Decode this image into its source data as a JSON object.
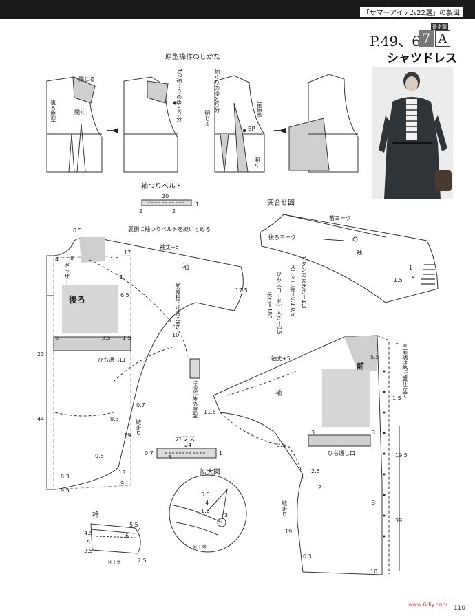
{
  "header": {
    "chapter": "「サマーアイテム22選」の製図",
    "page_ref": "P.49、64",
    "item_number": "7",
    "pattern_letter": "A",
    "base_badge": "基本型",
    "title": "シャツドレス"
  },
  "diagram_top": {
    "heading": "原型操作のしかた",
    "labels": {
      "close": "閉じる",
      "back_bodice": "後ろ原型",
      "open": "開く",
      "armhole_ease": "1/2袖ぐりのゆとり分",
      "armhole_ease2": "袖ぐりのゆとり分",
      "close2": "閉じる",
      "front_bodice": "前原型",
      "bp": "BP",
      "open2": "開く"
    }
  },
  "sleeve_belt": {
    "heading": "袖つりベルト",
    "w": "20",
    "a": "2",
    "b": "2",
    "c": "1"
  },
  "assembly": {
    "heading": "突合せ図",
    "front_yoke": "前ヨーク",
    "back_yoke": "後ろヨーク",
    "sleeve": "袖",
    "notes": [
      "ボタンの大きさ＝1.3",
      "ステッチ幅＝0.1 0.6",
      "ひも（コード）太さ＝0.5",
      "長さ＝180"
    ],
    "m1": "1",
    "m2": "2",
    "m3": "1.5"
  },
  "back_piece": {
    "note_belt": "裏側に袖つりベルトを縫いとめる",
    "sleeve_plus5": "袖丈+5",
    "sleeve": "袖",
    "gather": "ギャザー",
    "back": "後ろ",
    "diff": "前後袖下寸法の差",
    "cord_casing": "ひも通し口",
    "pattern_note": "は操作後の原型",
    "vent": "縫止り",
    "nums": {
      "a": "0.5",
      "b": "17",
      "c": "4",
      "d": "8",
      "e": "1.5",
      "f": "1",
      "g": "6.5",
      "h": "17.5",
      "i": "10",
      "j": "6",
      "k": "3.5",
      "l": "1.5",
      "m": "23",
      "n": "44",
      "o": "0.7",
      "p": "0.3",
      "q": "19",
      "r": "0.8",
      "s": "13",
      "t": "0.3",
      "u": "9.5",
      "v": "9"
    }
  },
  "cuffs": {
    "heading": "カフス",
    "w": "24",
    "a": "0.7",
    "b": "5",
    "c": "1"
  },
  "enlarged": {
    "heading": "拡大図",
    "n1": "5.5",
    "n2": "4",
    "n3": "1.5",
    "n4": "3",
    "mark": "×+※"
  },
  "collar": {
    "heading": "衿",
    "n1": "5.5",
    "n2": "4",
    "n3": "4.5",
    "n4": "6",
    "n5": "5",
    "n6": "2.5",
    "n7": "2.5",
    "mark": "×+※"
  },
  "front_piece": {
    "sleeve_plus5": "袖丈+5",
    "front": "前",
    "sleeve": "袖",
    "cord_casing": "ひも通し口",
    "vent": "縫止り",
    "note": "※前端は略比翼仕立て",
    "nums": {
      "a": "5.5",
      "b": "11.5",
      "c": "3",
      "d": "1.5",
      "e": "9.5",
      "f": "3",
      "g": "19.5",
      "h": "2.5",
      "i": "2",
      "j": "3",
      "k": "39",
      "l": "19",
      "m": "0.3",
      "n": "10",
      "o": "1"
    }
  },
  "footer": {
    "page": "110",
    "watermark": "www.6diy.com"
  }
}
